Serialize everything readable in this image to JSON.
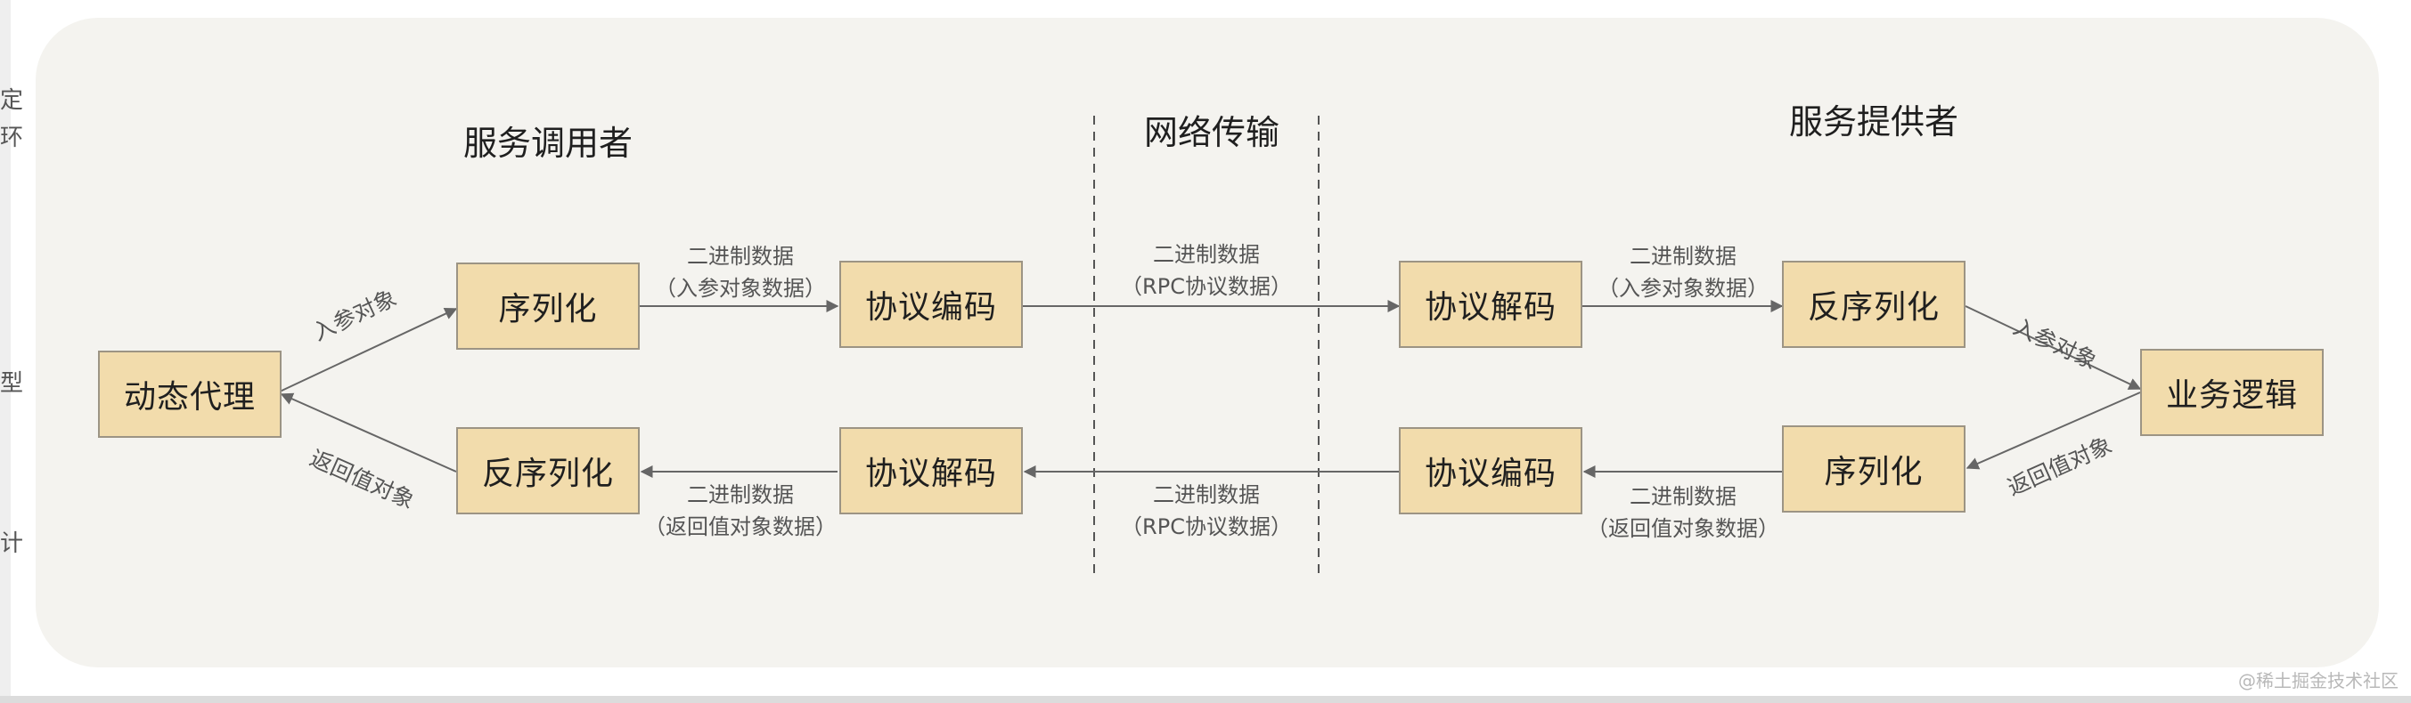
{
  "sections": {
    "caller": "服务调用者",
    "network": "网络传输",
    "provider": "服务提供者"
  },
  "nodes": {
    "dynamic_proxy": "动态代理",
    "caller_serialize": "序列化",
    "caller_encode": "协议编码",
    "caller_deserialize": "反序列化",
    "caller_decode": "协议解码",
    "provider_decode": "协议解码",
    "provider_deserialize": "反序列化",
    "business_logic": "业务逻辑",
    "provider_encode": "协议编码",
    "provider_serialize": "序列化"
  },
  "edge_labels": {
    "proxy_to_serialize": "入参对象",
    "deserialize_to_proxy": "返回值对象",
    "serialize_to_encode": [
      "二进制数据",
      "（入参对象数据）"
    ],
    "network_request": [
      "二进制数据",
      "（RPC协议数据）"
    ],
    "decode_to_deserialize": [
      "二进制数据",
      "（入参对象数据）"
    ],
    "deserialize_to_business": "入参对象",
    "business_to_serialize": "返回值对象",
    "serialize_to_encode_return": [
      "二进制数据",
      "（返回值对象数据）"
    ],
    "network_response": [
      "二进制数据",
      "（RPC协议数据）"
    ],
    "decode_to_deserialize_return": [
      "二进制数据",
      "（返回值对象数据）"
    ]
  },
  "watermark": "@稀土掘金技术社区",
  "colors": {
    "panel_background": "#f4f3ef",
    "box_fill": "#f2dcac",
    "box_border": "#9c9484",
    "arrow": "#666666"
  }
}
